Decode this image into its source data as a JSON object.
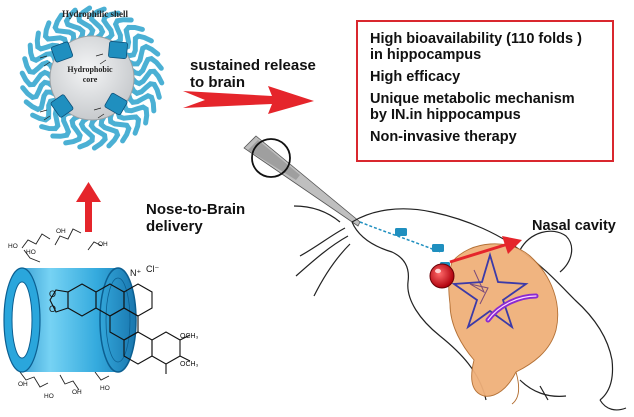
{
  "micelle": {
    "shell_label": "Hydrophilic shell",
    "core_label": "Hydrophobic core",
    "colors": {
      "shell": "#4bb0d4",
      "core": "#d6d8da",
      "cargo": "#1f8fbf"
    }
  },
  "arrows": {
    "sustained_release": "sustained release to brain",
    "sustained_release_lines": [
      "sustained release",
      "to brain"
    ],
    "nose_to_brain_lines": [
      "Nose-to-Brain",
      "delivery"
    ],
    "color": "#e5252b"
  },
  "benefits": [
    {
      "line1": "High bioavailability (110 folds )",
      "line2": "in hippocampus"
    },
    {
      "line1": "High efficacy",
      "line2": ""
    },
    {
      "line1": "Unique metabolic mechanism",
      "line2": "by IN.in hippocampus"
    },
    {
      "line1": "Non-invasive therapy",
      "line2": ""
    }
  ],
  "molecule": {
    "counter_ion": "Cl⁻",
    "cation": "N⁺",
    "substituents": [
      "OCH₃",
      "OCH₃"
    ],
    "hydroxyls": [
      "HO",
      "OH",
      "HO",
      "OH",
      "OH",
      "HO",
      "OH",
      "HO"
    ],
    "ring_oxygens": [
      "O",
      "O"
    ],
    "colors": {
      "cyclodextrin": "#1aa0d8"
    }
  },
  "rat": {
    "nasal_label": "Nasal cavity",
    "colors": {
      "brain": "#f0b07a",
      "hippocampus": "#8a2ad0",
      "eye": "#d0101a"
    }
  }
}
